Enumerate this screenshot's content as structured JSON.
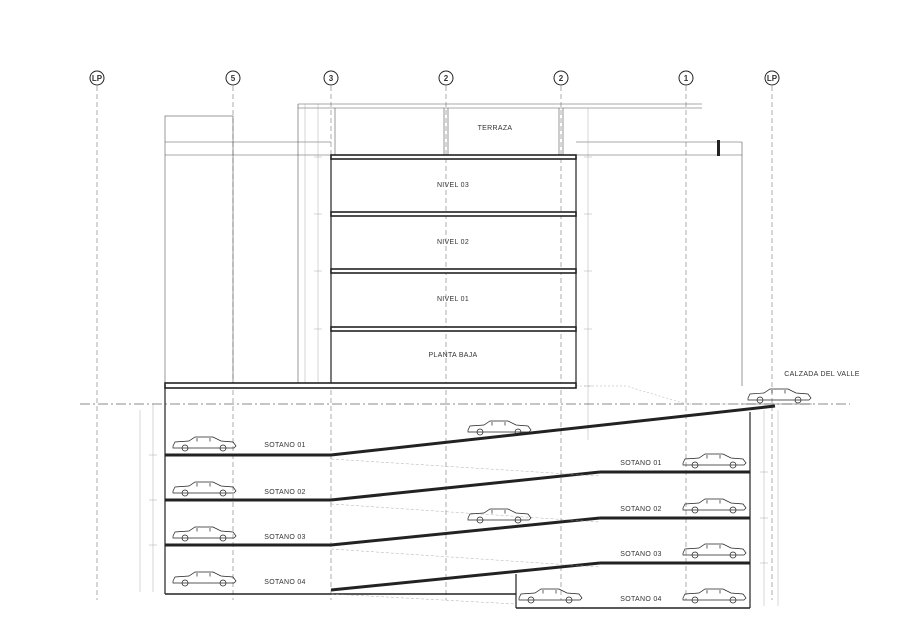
{
  "axes": [
    {
      "label": "LP"
    },
    {
      "label": "5"
    },
    {
      "label": "3"
    },
    {
      "label": "2"
    },
    {
      "label": "2"
    },
    {
      "label": "1"
    },
    {
      "label": "LP"
    }
  ],
  "levels": {
    "terraza": "TERRAZA",
    "nivel_03": "NIVEL 03",
    "nivel_02": "NIVEL 02",
    "nivel_01": "NIVEL 01",
    "planta_baja": "PLANTA BAJA"
  },
  "basements_left": [
    "SOTANO 01",
    "SOTANO 02",
    "SOTANO 03",
    "SOTANO 04"
  ],
  "basements_right": [
    "SOTANO 01",
    "SOTANO 02",
    "SOTANO 03",
    "SOTANO 04"
  ],
  "street": "CALZADA DEL VALLE"
}
